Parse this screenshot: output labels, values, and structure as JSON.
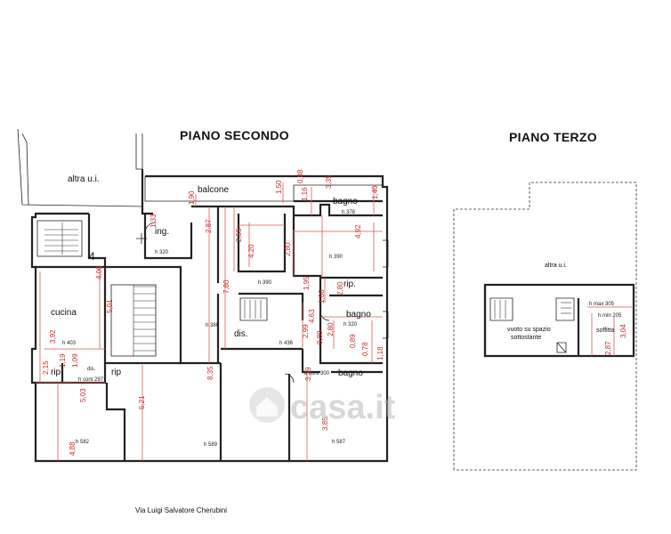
{
  "titles": {
    "second_floor": "PIANO SECONDO",
    "third_floor": "PIANO TERZO"
  },
  "street": "Via Luigi Salvatore Cherubini",
  "watermark": "casa.it",
  "rooms": {
    "altra_ui_second": "altra u.i.",
    "balcone": "balcone",
    "bagno_top": "bagno",
    "ing": "ing.",
    "cucina": "cucina",
    "rip_mid": "rip.",
    "bagno_mid": "bagno",
    "dis": "dis.",
    "rip_left": "rip.",
    "dis_small": "dis.",
    "rip_small": "rip",
    "bagno_low": "bagno",
    "altra_ui_third": "altra u.i.",
    "vuoto": "vuoto su spazio",
    "sottostante": "sottostante",
    "soffitta": "soffitta"
  },
  "heights": {
    "h378": "h 378",
    "h320_ing": "h 320",
    "h390_right": "h 390",
    "h390_mid": "h 390",
    "h380": "h 380",
    "h320": "h 320",
    "h436": "h 436",
    "h403": "h 403",
    "h_cont_300": "h cont 300",
    "h_cont_297": "h cont 297",
    "h582": "h 582",
    "h589": "h 589",
    "h587": "h 587",
    "h_max_305": "h max 305",
    "h_min_205": "h min 205"
  },
  "dimensions": [
    "1,50",
    "0,88",
    "3,35",
    "1,16",
    "1,40",
    "1,90",
    "1,33",
    "2,87",
    "2,55",
    "4,20",
    "2,80",
    "4,92",
    "4,00",
    "7,80",
    "1,95",
    "2,80",
    "1,08",
    "4,63",
    "2,99",
    "2,80",
    "0,89",
    "0,89",
    "1,18",
    "0,78",
    "5,01",
    "3,92",
    "2,15",
    "1,19",
    "1,09",
    "5,03",
    "8,35",
    "5,21",
    "3,39",
    "3,85",
    "4,88",
    "3,04",
    "2,87"
  ]
}
